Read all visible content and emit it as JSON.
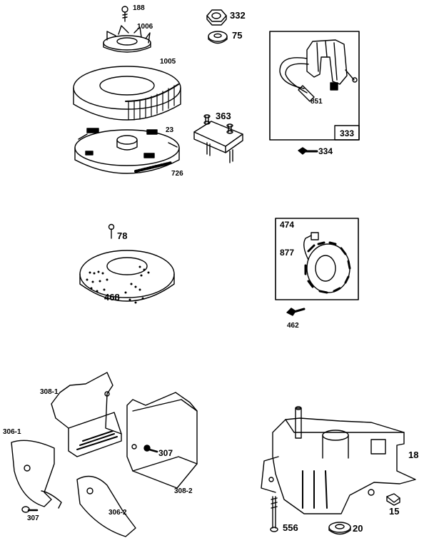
{
  "labels": {
    "p188": "188",
    "p1006": "1006",
    "p1005": "1005",
    "p23": "23",
    "p726": "726",
    "p332": "332",
    "p75": "75",
    "p363": "363",
    "p851": "851",
    "p333": "333",
    "p334": "334",
    "p78": "78",
    "p468": "468",
    "p474": "474",
    "p877": "877",
    "p462": "462",
    "p308_1": "308-1",
    "p306_1": "306-1",
    "p307_a": "307",
    "p307_b": "307",
    "p308_2": "308-2",
    "p306_2": "306-2",
    "p18": "18",
    "p15": "15",
    "p556": "556",
    "p20": "20"
  }
}
